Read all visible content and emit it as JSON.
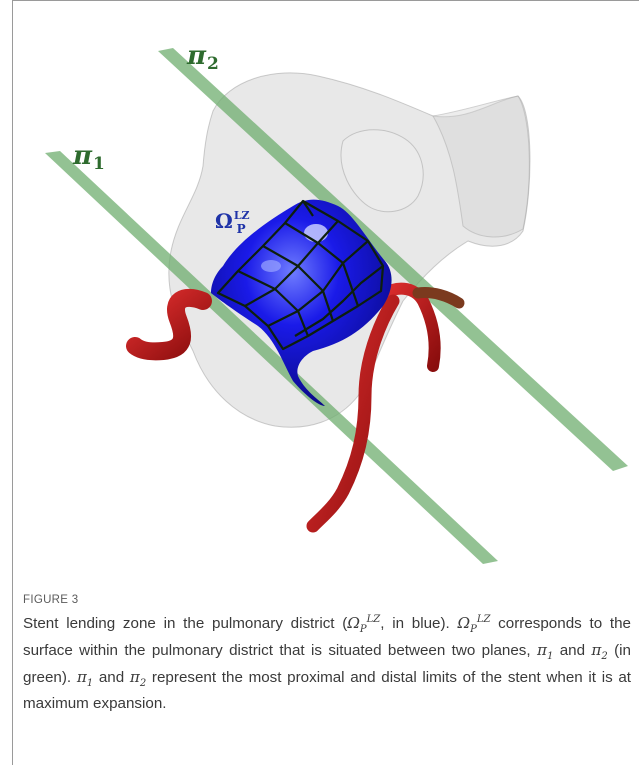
{
  "figure": {
    "plane_labels": {
      "pi1_symbol": "π",
      "pi1_sub": "1",
      "pi2_symbol": "π",
      "pi2_sub": "2"
    },
    "region_label": {
      "symbol": "Ω",
      "superscript": "LZ",
      "subscript": "P"
    },
    "colors": {
      "plane": "#6fae6f",
      "stent_surface": "#1111e0",
      "vessel": "#c81818",
      "anatomy": "#d9d9d9",
      "stent_mesh": "#0d1f0d"
    }
  },
  "caption": {
    "figure_number": "FIGURE 3",
    "part1": "Stent lending zone in the pulmonary district (",
    "omega": "Ω",
    "p": "P",
    "lz": "LZ",
    "part2": ", in blue). ",
    "part3": " corresponds to the surface within the pulmonary district that is situated between two planes, ",
    "pi": "π",
    "one": "1",
    "two": "2",
    "and": " and ",
    "part4": " (in green). ",
    "part5": " represent the most proximal and distal limits of the stent when it is at maximum expansion."
  }
}
